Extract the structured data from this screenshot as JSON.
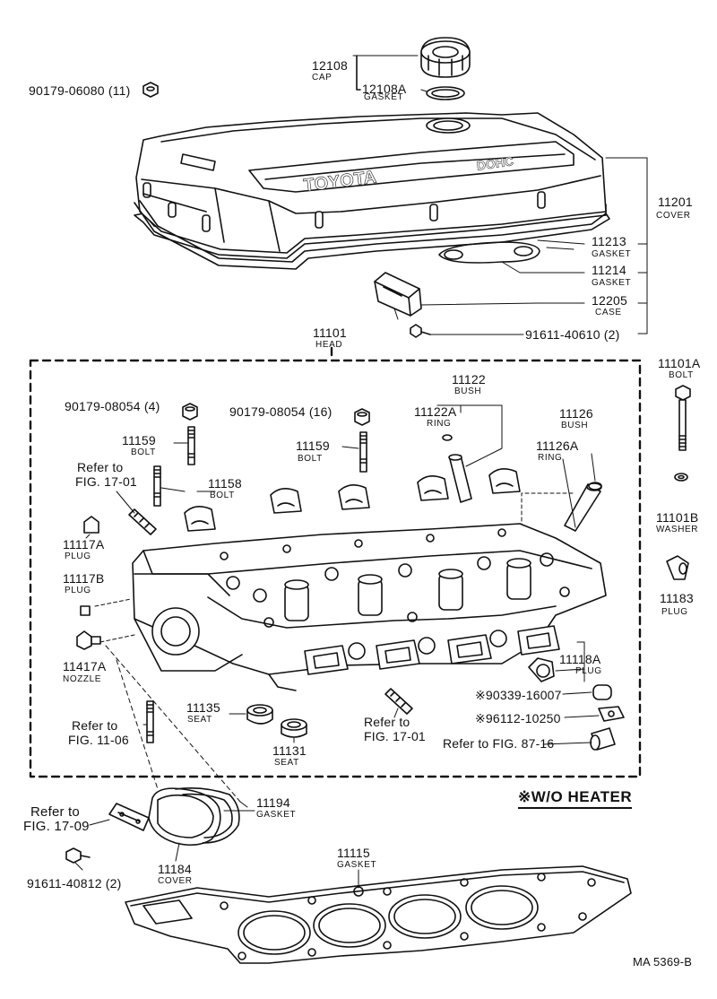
{
  "diagram_code": "MA  5369-B",
  "heater_note": "※W/O  HEATER",
  "parts": {
    "p12108": {
      "num": "12108",
      "name": "CAP"
    },
    "p12108a": {
      "num": "12108A",
      "name": "GASKET"
    },
    "p90179_06080": {
      "num": "90179-06080 (11)"
    },
    "p11201": {
      "num": "11201",
      "name": "COVER"
    },
    "p11213": {
      "num": "11213",
      "name": "GASKET"
    },
    "p11214": {
      "num": "11214",
      "name": "GASKET"
    },
    "p12205": {
      "num": "12205",
      "name": "CASE"
    },
    "p91611_40610": {
      "num": "91611-40610 (2)"
    },
    "p11101": {
      "num": "11101",
      "name": "HEAD"
    },
    "p11101a": {
      "num": "11101A",
      "name": "BOLT"
    },
    "p90179_08054_4": {
      "num": "90179-08054 (4)"
    },
    "p90179_08054_16": {
      "num": "90179-08054 (16)"
    },
    "p11122": {
      "num": "11122",
      "name": "BUSH"
    },
    "p11122a": {
      "num": "11122A",
      "name": "RING"
    },
    "p11126": {
      "num": "11126",
      "name": "BUSH"
    },
    "p11126a": {
      "num": "11126A",
      "name": "RING"
    },
    "p11159a": {
      "num": "11159",
      "name": "BOLT"
    },
    "p11159b": {
      "num": "11159",
      "name": "BOLT"
    },
    "p11158": {
      "num": "11158",
      "name": "BOLT"
    },
    "p11101b": {
      "num": "11101B",
      "name": "WASHER"
    },
    "p11117a": {
      "num": "11117A",
      "name": "PLUG"
    },
    "p11117b": {
      "num": "11117B",
      "name": "PLUG"
    },
    "p11183": {
      "num": "11183",
      "name": "PLUG"
    },
    "p11417a": {
      "num": "11417A",
      "name": "NOZZLE"
    },
    "p11118a": {
      "num": "11118A",
      "name": "PLUG"
    },
    "p90339": {
      "num": "※90339-16007"
    },
    "p96112": {
      "num": "※96112-10250"
    },
    "p11135": {
      "num": "11135",
      "name": "SEAT"
    },
    "p11131": {
      "num": "11131",
      "name": "SEAT"
    },
    "p11194": {
      "num": "11194",
      "name": "GASKET"
    },
    "p11184": {
      "num": "11184",
      "name": "COVER"
    },
    "p91611_40812": {
      "num": "91611-40812 (2)"
    },
    "p11115": {
      "num": "11115",
      "name": "GASKET"
    }
  },
  "refs": {
    "fig1701a_1": "Refer to",
    "fig1701a_2": "FIG. 17-01",
    "fig1106_1": "Refer to",
    "fig1106_2": "FIG. 11-06",
    "fig1701b_1": "Refer to",
    "fig1701b_2": "FIG. 17-01",
    "fig8716": "Refer to FIG. 87-16",
    "fig1709_1": "Refer to",
    "fig1709_2": "FIG. 17-09"
  }
}
